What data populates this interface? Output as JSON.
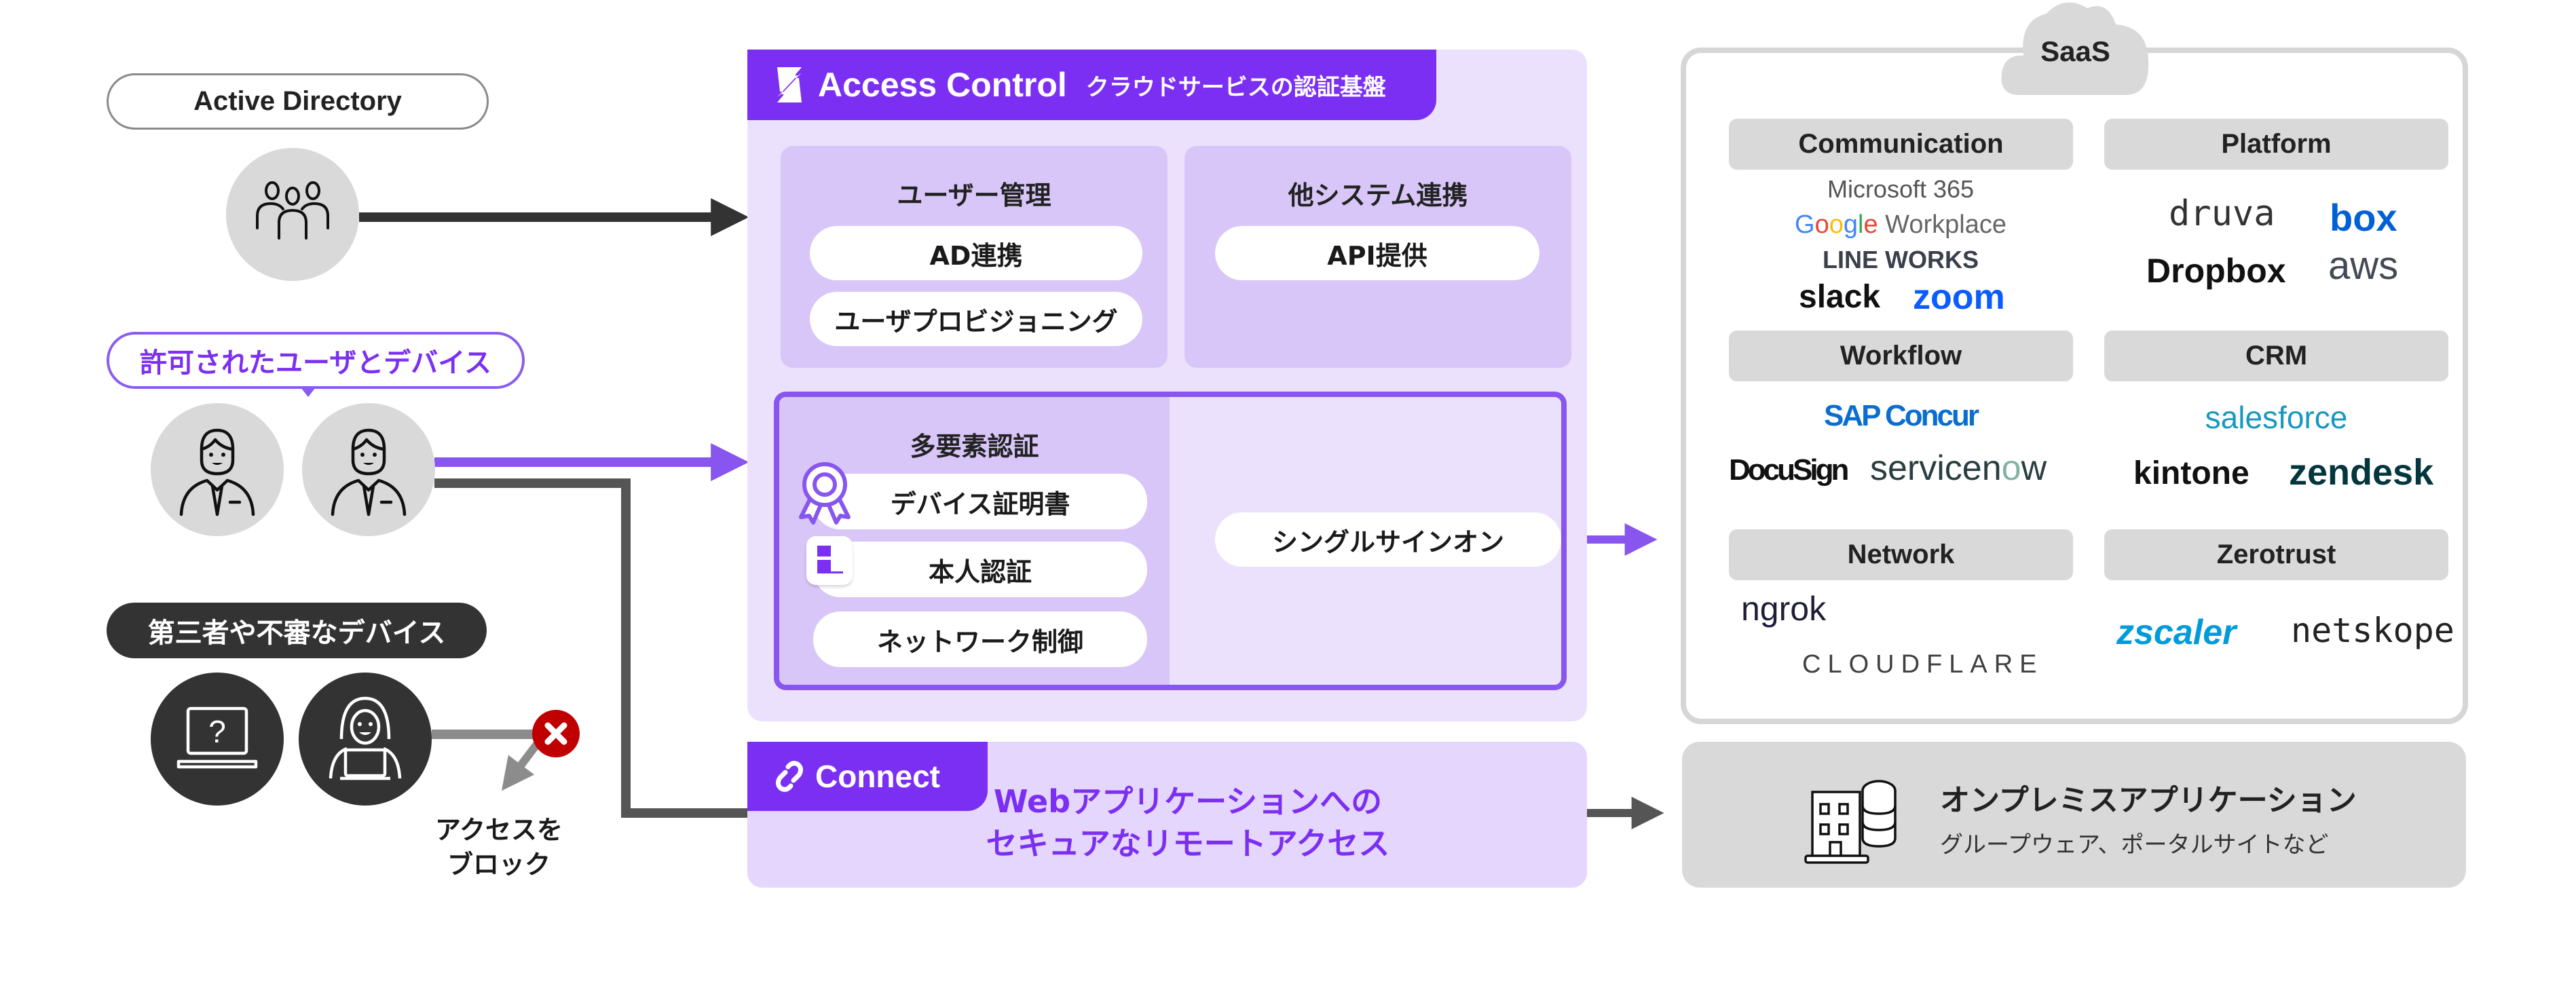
{
  "left": {
    "active_directory": {
      "label": "Active Directory",
      "icon": "user-group-icon"
    },
    "allowed": {
      "label": "許可されたユーザとデバイス",
      "icons": [
        "employee-icon",
        "employee-icon"
      ]
    },
    "untrusted": {
      "label": "第三者や不審なデバイス",
      "icons": [
        "unknown-laptop-icon",
        "hacker-icon"
      ],
      "block_icon": "blocked-x-icon",
      "block_label_line1": "アクセスを",
      "block_label_line2": "ブロック"
    }
  },
  "access_control": {
    "title": "Access Control",
    "subtitle": "クラウドサービスの認証基盤",
    "logo_icon": "z-logo-icon",
    "user_management": {
      "title": "ユーザー管理",
      "items": [
        "AD連携",
        "ユーザプロビジョニング"
      ]
    },
    "system_integration": {
      "title": "他システム連携",
      "items": [
        "API提供"
      ]
    },
    "mfa": {
      "title": "多要素認証",
      "items": [
        {
          "label": "デバイス証明書",
          "icon": "certificate-badge-icon"
        },
        {
          "label": "本人認証",
          "icon": "identity-app-icon"
        },
        {
          "label": "ネットワーク制御",
          "icon": ""
        }
      ]
    },
    "sso": {
      "label": "シングルサインオン"
    }
  },
  "connect": {
    "title": "Connect",
    "logo_icon": "link-icon",
    "description_line1": "Webアプリケーションへの",
    "description_line2": "セキュアなリモートアクセス"
  },
  "saas": {
    "title": "SaaS",
    "categories": [
      {
        "name": "Communication",
        "logos": [
          "Microsoft 365",
          "Google",
          "Workplace",
          "LINE WORKS",
          "slack",
          "zoom"
        ]
      },
      {
        "name": "Platform",
        "logos": [
          "druva",
          "box",
          "Dropbox",
          "aws"
        ]
      },
      {
        "name": "Workflow",
        "logos": [
          "SAP Concur",
          "DocuSign",
          "servicenow"
        ]
      },
      {
        "name": "CRM",
        "logos": [
          "salesforce",
          "kintone",
          "zendesk"
        ]
      },
      {
        "name": "Network",
        "logos": [
          "ngrok",
          "CLOUDFLARE"
        ]
      },
      {
        "name": "Zerotrust",
        "logos": [
          "zscaler",
          "netskope"
        ]
      }
    ]
  },
  "onprem": {
    "title": "オンプレミスアプリケーション",
    "subtitle": "グループウェア、ポータルサイトなど",
    "icon": "building-database-icon"
  },
  "colors": {
    "brand_purple": "#7b2ff2",
    "light_purple": "#ece1fd",
    "card_purple": "#d8c6f8",
    "arrow_dark": "#333333",
    "arrow_gray": "#555555",
    "block_red": "#c00000",
    "google_blue": "#4285f4",
    "google_red": "#ea4335",
    "google_yellow": "#fbbc05",
    "google_green": "#34a853"
  }
}
